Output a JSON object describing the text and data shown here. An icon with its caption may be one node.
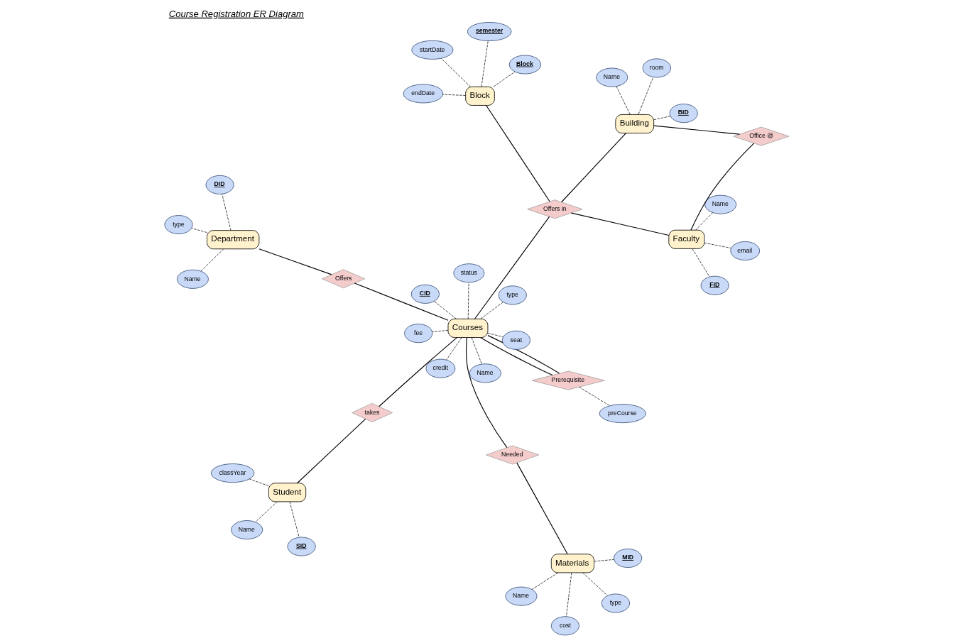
{
  "diagram": {
    "title": "Course Registration ER Diagram",
    "nodes": [
      {
        "text": [
          "Student"
        ]
      },
      {
        "text": [
          "SID"
        ]
      },
      {
        "text": [
          "Name"
        ]
      },
      {
        "text": [
          "classYear"
        ]
      },
      {
        "text": [
          "preCourse"
        ]
      },
      {
        "text": [
          "Prerequisite"
        ]
      },
      {
        "text": [
          "Name"
        ]
      },
      {
        "text": [
          "MID"
        ]
      },
      {
        "text": [
          "cost"
        ]
      },
      {
        "text": [
          "type"
        ]
      },
      {
        "text": [
          "Materials"
        ]
      },
      {
        "text": [
          "Needed"
        ]
      },
      {
        "text": [
          "takes"
        ]
      },
      {
        "text": [
          "email"
        ]
      },
      {
        "text": [
          "Name"
        ]
      },
      {
        "text": [
          "FID"
        ]
      },
      {
        "text": [
          "Faculty"
        ]
      },
      {
        "text": [
          "CID"
        ]
      },
      {
        "text": [
          "fee"
        ]
      },
      {
        "text": [
          "Courses"
        ]
      },
      {
        "text": [
          "Offers"
        ]
      },
      {
        "text": [
          "credit"
        ]
      },
      {
        "text": [
          "seat"
        ]
      },
      {
        "text": [
          "type"
        ]
      },
      {
        "text": [
          "status"
        ]
      },
      {
        "text": [
          "Name"
        ]
      },
      {
        "text": [
          "Office @"
        ]
      },
      {
        "text": [
          "Department"
        ]
      },
      {
        "text": [
          "Offers in"
        ]
      },
      {
        "text": [
          "Building"
        ]
      },
      {
        "text": [
          "Block"
        ]
      },
      {
        "text": [
          "Name"
        ]
      },
      {
        "text": [
          "type"
        ]
      },
      {
        "text": [
          "DID"
        ]
      },
      {
        "text": [
          "semester"
        ]
      },
      {
        "text": [
          "Block"
        ]
      },
      {
        "text": [
          "Name"
        ]
      },
      {
        "text": [
          "BID"
        ]
      },
      {
        "text": [
          "startDate"
        ]
      },
      {
        "text": [
          "endDate"
        ]
      },
      {
        "text": [
          "room"
        ]
      }
    ],
    "edges": [
      {
        "from": 0,
        "to": 1,
        "arrow": "none",
        "style": "dashed"
      },
      {
        "from": 0,
        "to": 2,
        "arrow": "none",
        "style": "dashed"
      },
      {
        "from": 0,
        "to": 3,
        "arrow": "none",
        "style": "dashed"
      },
      {
        "from": 5,
        "to": 4,
        "arrow": "none",
        "style": "dashed"
      },
      {
        "from": 5,
        "to": 19,
        "arrow": "none"
      },
      {
        "from": 5,
        "to": 19,
        "arrow": "none"
      },
      {
        "from": 10,
        "to": 6,
        "arrow": "none",
        "style": "dashed"
      },
      {
        "from": 10,
        "to": 7,
        "arrow": "none",
        "style": "dashed"
      },
      {
        "from": 10,
        "to": 8,
        "arrow": "none",
        "style": "dashed"
      },
      {
        "from": 10,
        "to": 9,
        "arrow": "none",
        "style": "dashed"
      },
      {
        "from": 10,
        "to": 11,
        "arrow": "none"
      },
      {
        "from": 11,
        "to": 19,
        "arrow": "none"
      },
      {
        "from": 0,
        "to": 12,
        "arrow": "none"
      },
      {
        "from": 12,
        "to": 19,
        "arrow": "none"
      },
      {
        "from": 16,
        "to": 13,
        "arrow": "none",
        "style": "dashed"
      },
      {
        "from": 16,
        "to": 14,
        "arrow": "none",
        "style": "dashed"
      },
      {
        "from": 16,
        "to": 15,
        "arrow": "none",
        "style": "dashed"
      },
      {
        "from": 16,
        "to": 28,
        "arrow": "none"
      },
      {
        "from": 16,
        "to": 26,
        "arrow": "none"
      },
      {
        "from": 26,
        "to": 29,
        "arrow": "none"
      },
      {
        "from": 19,
        "to": 17,
        "arrow": "none",
        "style": "dashed"
      },
      {
        "from": 19,
        "to": 18,
        "arrow": "none",
        "style": "dashed"
      },
      {
        "from": 19,
        "to": 21,
        "arrow": "none",
        "style": "dashed"
      },
      {
        "from": 19,
        "to": 22,
        "arrow": "none",
        "style": "dashed"
      },
      {
        "from": 19,
        "to": 23,
        "arrow": "none",
        "style": "dashed"
      },
      {
        "from": 19,
        "to": 24,
        "arrow": "none",
        "style": "dashed"
      },
      {
        "from": 19,
        "to": 25,
        "arrow": "none",
        "style": "dashed"
      },
      {
        "from": 19,
        "to": 20,
        "arrow": "none"
      },
      {
        "from": 20,
        "to": 27,
        "arrow": "none"
      },
      {
        "from": 19,
        "to": 28,
        "arrow": "none"
      },
      {
        "from": 27,
        "to": 31,
        "arrow": "none",
        "style": "dashed"
      },
      {
        "from": 27,
        "to": 32,
        "arrow": "none",
        "style": "dashed"
      },
      {
        "from": 27,
        "to": 33,
        "arrow": "none",
        "style": "dashed"
      },
      {
        "from": 28,
        "to": 29,
        "arrow": "none"
      },
      {
        "from": 30,
        "to": 28,
        "arrow": "none"
      },
      {
        "from": 30,
        "to": 34,
        "arrow": "none",
        "style": "dashed"
      },
      {
        "from": 30,
        "to": 35,
        "arrow": "none",
        "style": "dashed"
      },
      {
        "from": 30,
        "to": 38,
        "arrow": "none",
        "style": "dashed"
      },
      {
        "from": 30,
        "to": 39,
        "arrow": "none",
        "style": "dashed"
      },
      {
        "from": 29,
        "to": 36,
        "arrow": "none",
        "style": "dashed"
      },
      {
        "from": 29,
        "to": 37,
        "arrow": "none",
        "style": "dashed"
      },
      {
        "from": 29,
        "to": 40,
        "arrow": "none",
        "style": "dashed"
      }
    ]
  }
}
